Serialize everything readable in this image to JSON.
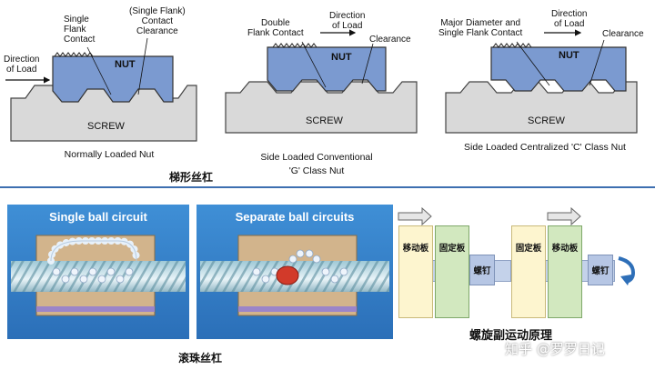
{
  "trapezoidal": {
    "panels": [
      {
        "caption": "Normally Loaded Nut",
        "labels": {
          "direction": "Direction\nof Load",
          "contact": "Single\nFlank\nContact",
          "clearance": "(Single Flank)\nContact\nClearance",
          "nut": "NUT",
          "screw": "SCREW"
        }
      },
      {
        "caption": "Side Loaded Conventional\n'G' Class Nut",
        "labels": {
          "contact": "Double\nFlank Contact",
          "direction": "Direction\nof Load",
          "clearance": "Clearance",
          "nut": "NUT",
          "screw": "SCREW"
        }
      },
      {
        "caption": "Side Loaded Centralized 'C' Class Nut",
        "labels": {
          "contact": "Major Diameter and\nSingle Flank Contact",
          "direction": "Direction\nof Load",
          "clearance": "Clearance",
          "nut": "NUT",
          "screw": "SCREW"
        }
      }
    ],
    "section_title": "梯形丝杠"
  },
  "ballscrew": {
    "panels": [
      {
        "title": "Single ball circuit"
      },
      {
        "title": "Separate ball circuits"
      }
    ],
    "section_title": "滚珠丝杠"
  },
  "principle": {
    "left": {
      "moving": "移动板",
      "fixed": "固定板",
      "screw": "螺钉"
    },
    "right": {
      "fixed": "固定板",
      "moving": "移动板",
      "screw": "螺钉"
    },
    "title": "螺旋副运动原理"
  },
  "watermark": "知乎 @罗罗日记",
  "colors": {
    "nut": "#7b9ad0",
    "screw": "#d9d9d9",
    "divider": "#3d6fb0",
    "panel_bg": "#3f8fd6",
    "moving_plate": "#fdf5cf",
    "fixed_plate": "#d2e8bf",
    "screw_bar": "#c4d2ea"
  }
}
